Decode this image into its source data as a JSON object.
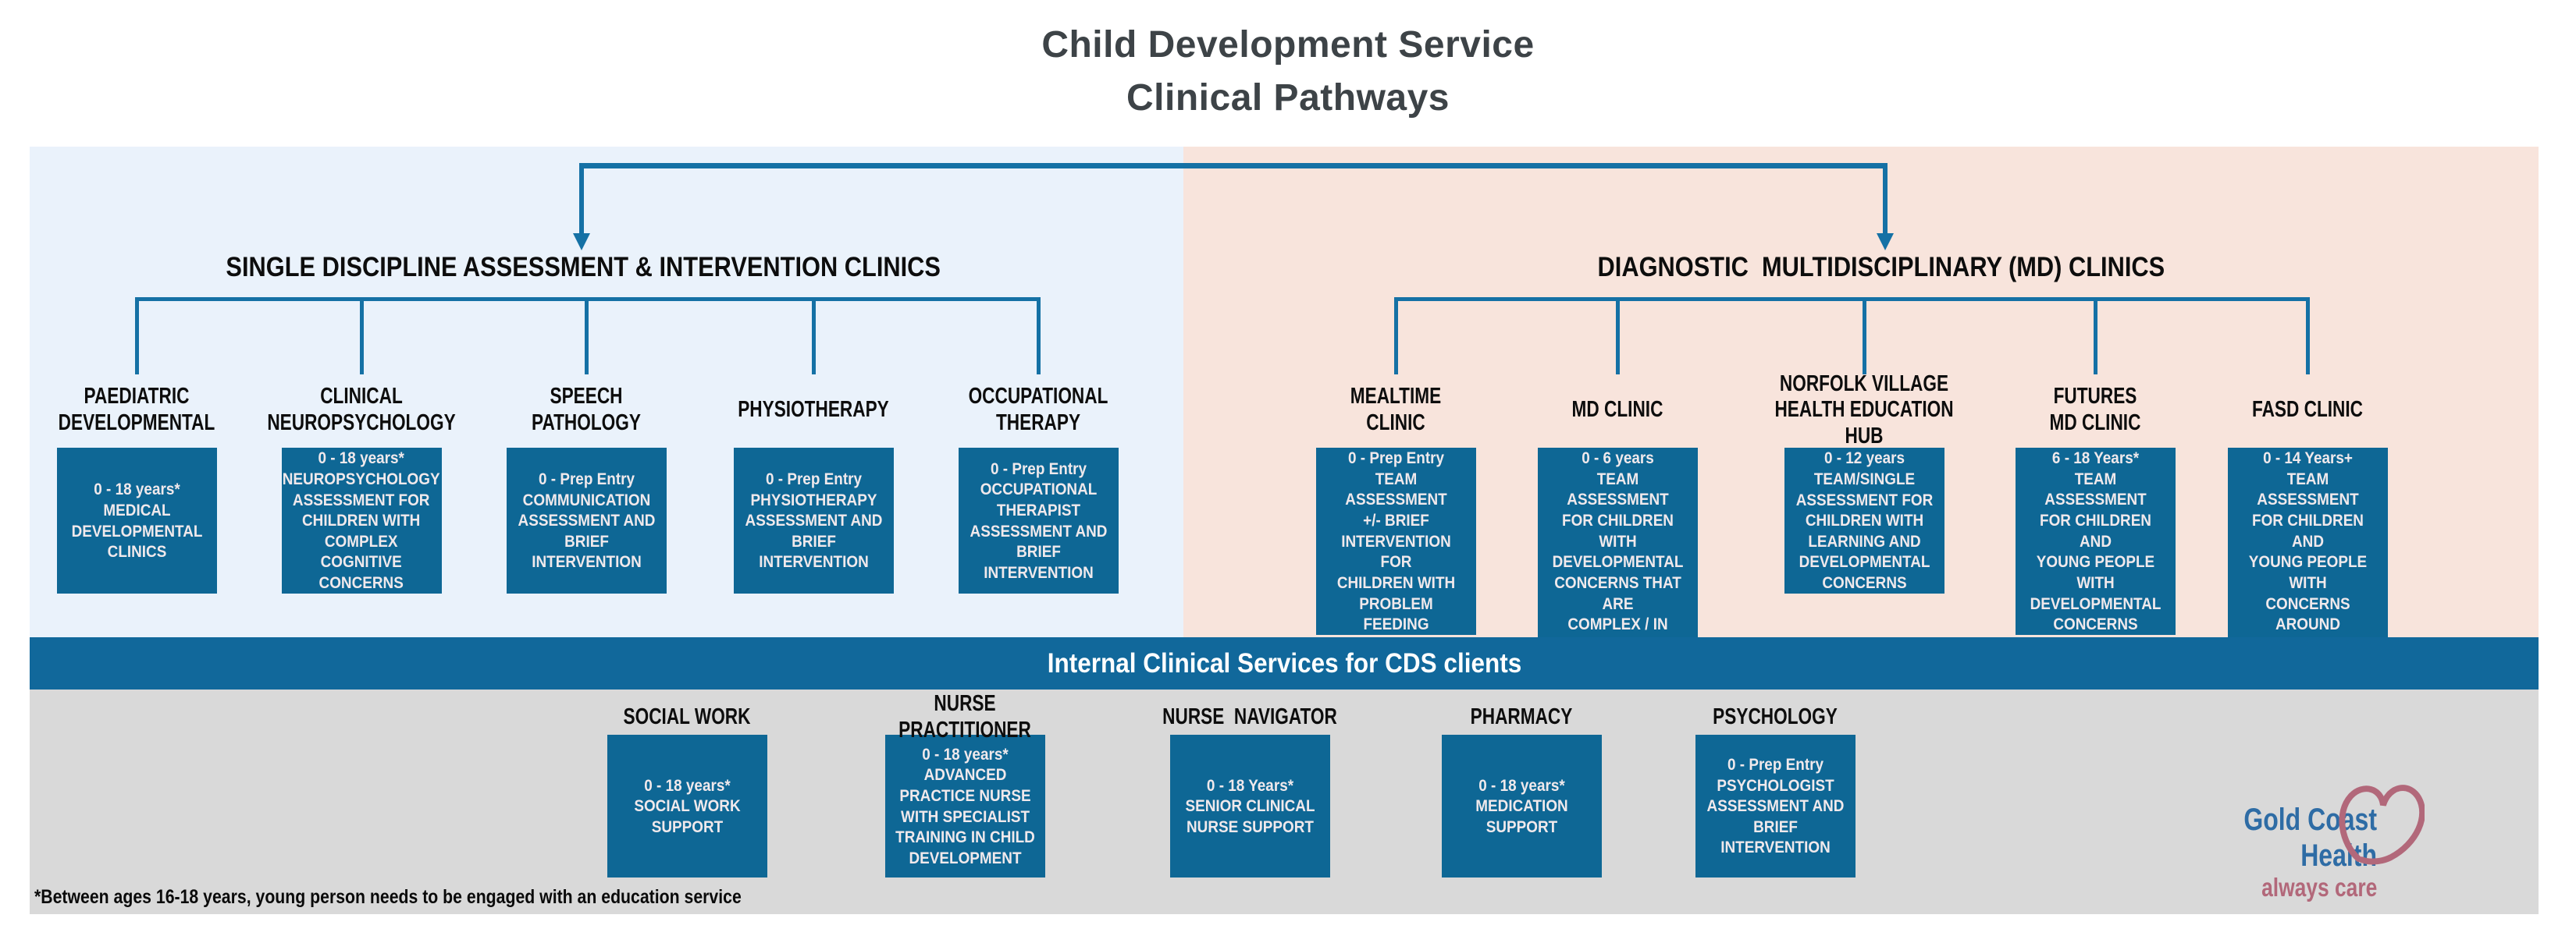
{
  "title": {
    "line1": "Child Development Service",
    "line2": "Clinical Pathways"
  },
  "colors": {
    "box_teal": "#0e6795",
    "banner_teal": "#11689b",
    "connector_blue": "#1571a5",
    "panel_blue": "#eaf2fb",
    "panel_pink": "#f8e4dc",
    "panel_gray": "#d9d9d9",
    "logo_blue": "#2e6ca5",
    "logo_rose": "#b2687a"
  },
  "single_discipline": {
    "header": "SINGLE DISCIPLINE ASSESSMENT & INTERVENTION CLINICS",
    "columns": [
      {
        "title": "PAEDIATRIC\nDEVELOPMENTAL",
        "box": "0 - 18 years*\nMEDICAL\nDEVELOPMENTAL\nCLINICS"
      },
      {
        "title": "CLINICAL\nNEUROPSYCHOLOGY",
        "box": "0 - 18 years*\nNEUROPSYCHOLOGY\nASSESSMENT FOR\nCHILDREN WITH\nCOMPLEX COGNITIVE\nCONCERNS"
      },
      {
        "title": "SPEECH\nPATHOLOGY",
        "box": "0 - Prep Entry\nCOMMUNICATION\nASSESSMENT AND\nBRIEF\nINTERVENTION"
      },
      {
        "title": "PHYSIOTHERAPY",
        "box": "0 - Prep Entry\nPHYSIOTHERAPY\nASSESSMENT AND\nBRIEF\nINTERVENTION"
      },
      {
        "title": "OCCUPATIONAL\nTHERAPY",
        "box": "0 - Prep Entry\nOCCUPATIONAL\nTHERAPIST\nASSESSMENT AND\nBRIEF\nINTERVENTION"
      }
    ]
  },
  "md_clinics": {
    "header": "DIAGNOSTIC  MULTIDISCIPLINARY (MD) CLINICS",
    "columns": [
      {
        "title": "MEALTIME\nCLINIC",
        "box": "0 - Prep Entry\nTEAM ASSESSMENT\n+/- BRIEF\nINTERVENTION FOR\nCHILDREN WITH\nPROBLEM FEEDING"
      },
      {
        "title": "MD CLINIC",
        "box": "0 - 6 years\nTEAM ASSESSMENT\nFOR CHILDREN WITH\nDEVELOPMENTAL\nCONCERNS THAT ARE\nCOMPLEX / IN\nMULTIPLE DOMAINS"
      },
      {
        "title": "NORFOLK VILLAGE\nHEALTH EDUCATION\nHUB",
        "box": "0 - 12 years\nTEAM/SINGLE\nASSESSMENT FOR\nCHILDREN WITH\nLEARNING AND\nDEVELOPMENTAL\nCONCERNS"
      },
      {
        "title": "FUTURES\nMD CLINIC",
        "box": "6 - 18 Years*\nTEAM ASSESSMENT\nFOR CHILDREN AND\nYOUNG PEOPLE WITH\nDEVELOPMENTAL\nCONCERNS"
      },
      {
        "title": "FASD CLINIC",
        "box": "0 - 14 Years+\nTEAM ASSESSMENT\nFOR CHILDREN AND\nYOUNG PEOPLE WITH\nCONCERNS AROUND\nPOSSIBLE FASD"
      }
    ]
  },
  "internal_services": {
    "banner": "Internal Clinical Services for CDS clients",
    "columns": [
      {
        "title": "SOCIAL WORK",
        "box": "0 - 18 years*\nSOCIAL WORK\nSUPPORT"
      },
      {
        "title": "NURSE  PRACTITIONER",
        "box": "0 - 18 years*\nADVANCED\nPRACTICE NURSE\nWITH SPECIALIST\nTRAINING IN CHILD\nDEVELOPMENT"
      },
      {
        "title": "NURSE  NAVIGATOR",
        "box": "0 - 18 Years*\nSENIOR CLINICAL\nNURSE SUPPORT"
      },
      {
        "title": "PHARMACY",
        "box": "0 - 18 years*\nMEDICATION\nSUPPORT"
      },
      {
        "title": "PSYCHOLOGY",
        "box": "0 - Prep Entry\nPSYCHOLOGIST\nASSESSMENT AND\nBRIEF\nINTERVENTION"
      }
    ]
  },
  "footnote": "*Between ages 16-18 years, young person needs to be engaged with an education service",
  "logo": {
    "name": "Gold Coast Health",
    "tagline": "always care"
  }
}
